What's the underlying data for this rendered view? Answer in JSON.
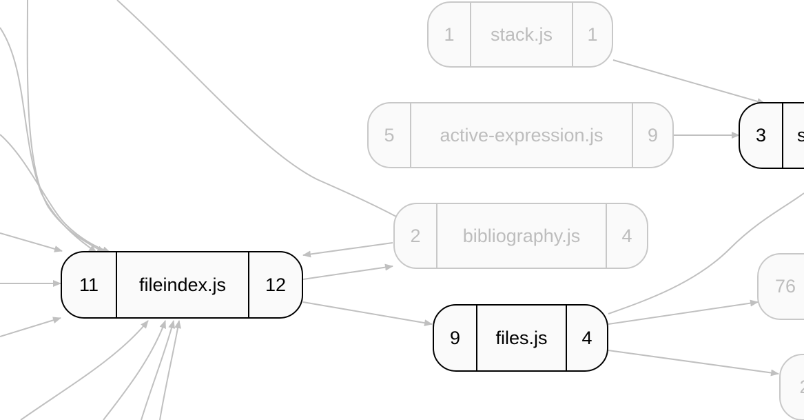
{
  "colors": {
    "edge": "#c0c0c0",
    "active_border": "#000000",
    "inactive_border": "#c8c8c8",
    "inactive_text": "#bdbdbd",
    "node_fill": "#fafafa"
  },
  "nodes": {
    "stack": {
      "in": "1",
      "name": "stack.js",
      "out": "1"
    },
    "active_expression": {
      "in": "5",
      "name": "active-expression.js",
      "out": "9"
    },
    "bibliography": {
      "in": "2",
      "name": "bibliography.js",
      "out": "4"
    },
    "fileindex": {
      "in": "11",
      "name": "fileindex.js",
      "out": "12"
    },
    "files": {
      "in": "9",
      "name": "files.js",
      "out": "4"
    },
    "s_partial": {
      "in": "3",
      "name": "s"
    },
    "n76_partial": {
      "in": "76"
    },
    "n2_partial": {
      "in": "2"
    }
  }
}
